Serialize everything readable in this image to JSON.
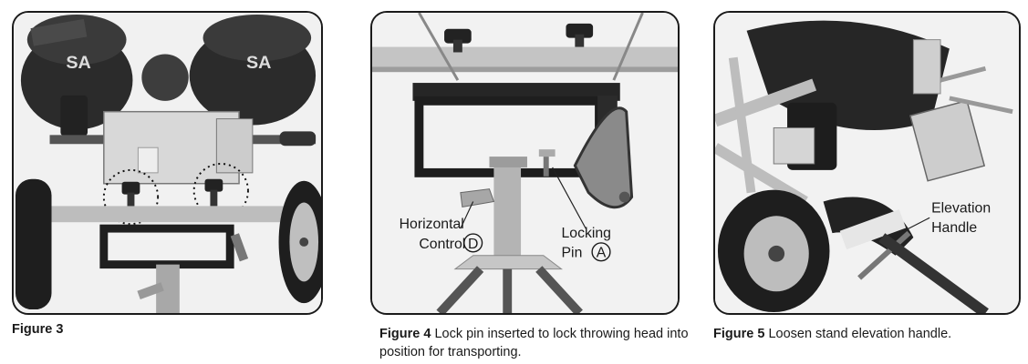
{
  "figures": [
    {
      "id": "figure-3",
      "label": "Figure 3",
      "caption": "",
      "callouts": []
    },
    {
      "id": "figure-4",
      "label": "Figure 4",
      "caption": "Lock pin inserted to lock throwing head into position for transporting.",
      "callouts": [
        {
          "line1": "Horizontal",
          "line2": "Control",
          "letter": "D"
        },
        {
          "line1": "Locking",
          "line2": "Pin",
          "letter": "A"
        }
      ]
    },
    {
      "id": "figure-5",
      "label": "Figure 5",
      "caption": "Loosen stand elevation handle.",
      "callouts": [
        {
          "line1": "Elevation",
          "line2": "Handle"
        }
      ]
    }
  ],
  "logos": {
    "brand_mark": "SA"
  },
  "colors": {
    "frame": "#1a1a1a",
    "metal_light": "#c9c9c9",
    "metal_mid": "#9a9a9a",
    "dark_part": "#2b2b2b",
    "background": "#f3f3f3"
  }
}
